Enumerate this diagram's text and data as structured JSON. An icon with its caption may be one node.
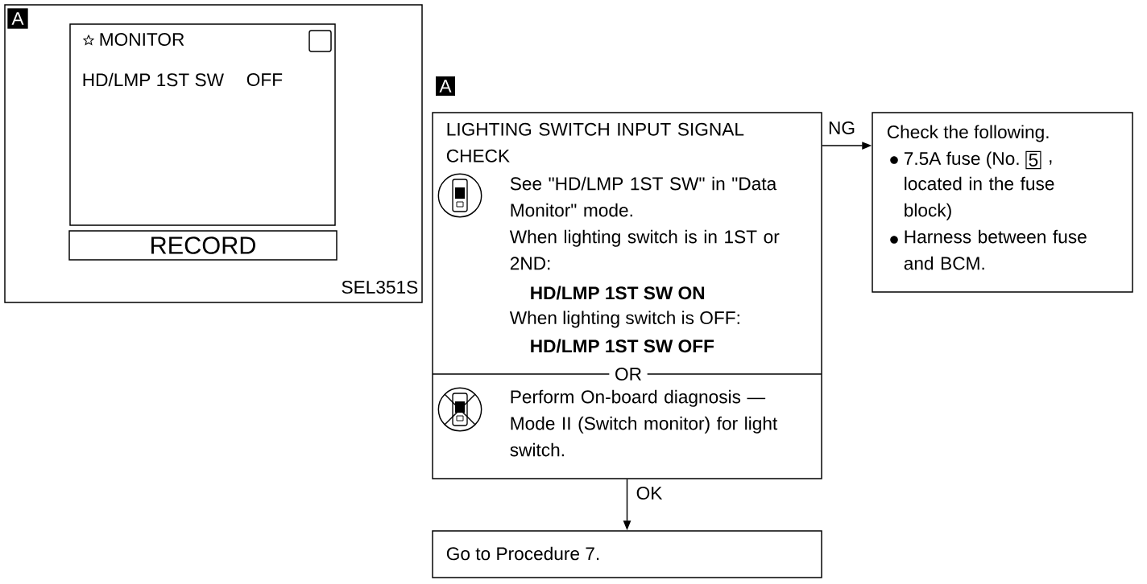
{
  "diagram": {
    "nodes": [
      {
        "text": [
          "A",
          "SEL351S"
        ]
      },
      {
        "text": [
          "MONITOR",
          "HD/LMP 1ST SW",
          "OFF"
        ],
        "in": 0
      },
      {
        "text": [
          "RECORD"
        ],
        "in": 0
      },
      {
        "text": [
          "LIGHTING SWITCH INPUT SIGNAL CHECK",
          "See \"HD/LMP 1ST SW\" in \"Data Monitor\" mode.",
          "When lighting switch is in 1ST or 2ND:",
          "HD/LMP 1ST SW ON",
          "When lighting switch is OFF:",
          "HD/LMP 1ST SW OFF",
          "OR",
          "Perform On-board diagnosis — Mode II (Switch monitor) for light switch."
        ],
        "beside": [
          "A"
        ]
      },
      {
        "text": [
          "Check the following.",
          "7.5A fuse (No.",
          ",",
          "located in the fuse block)",
          "Harness between fuse and BCM."
        ]
      },
      {
        "text": [
          "5"
        ],
        "in": 4
      },
      {
        "text": [
          "Go to Procedure 7."
        ]
      }
    ],
    "edges": [
      {
        "from": 3,
        "to": 4,
        "arrow": "to",
        "label": "NG"
      },
      {
        "from": 3,
        "to": 6,
        "arrow": "to",
        "label": "OK"
      }
    ]
  }
}
